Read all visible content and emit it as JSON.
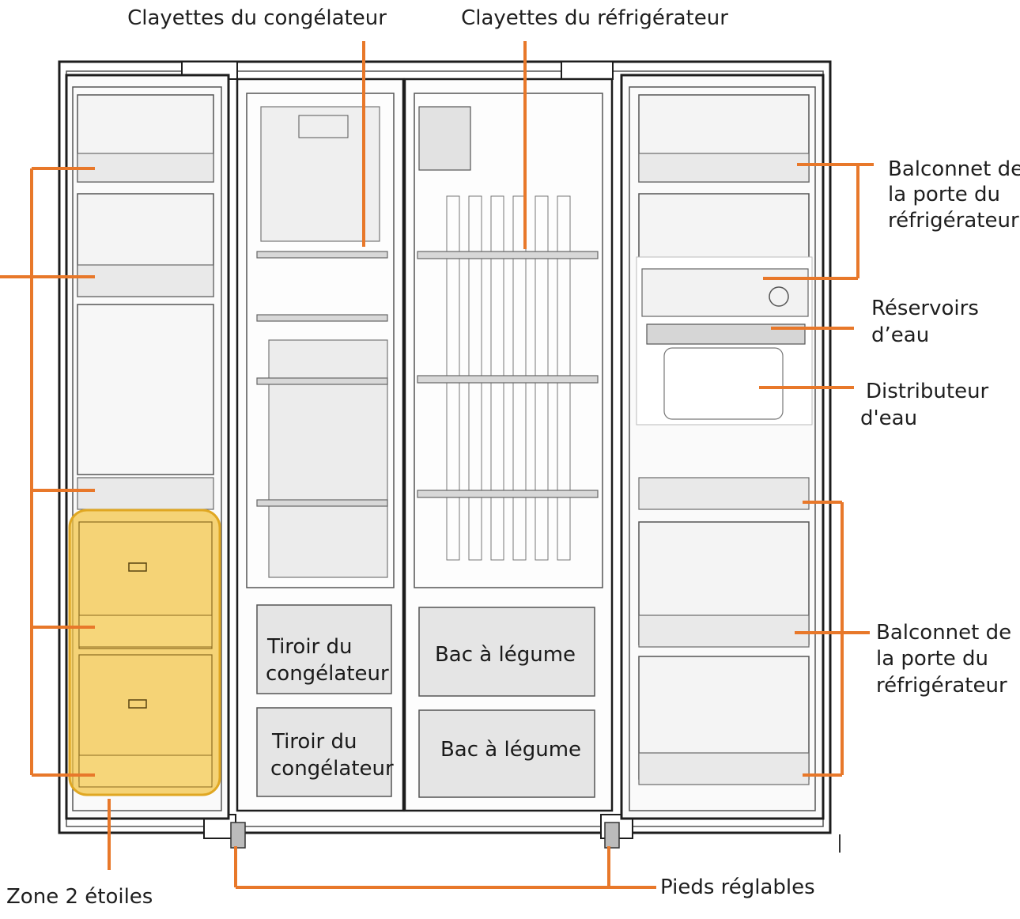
{
  "labels": {
    "freezer_shelves": "Clayettes du congélateur",
    "fridge_shelves": "Clayettes du réfrigérateur",
    "fridge_door_balcony_top": [
      "Balconnet de",
      "la porte du",
      "réfrigérateur"
    ],
    "water_tanks": [
      "Réservoirs",
      "d’eau"
    ],
    "water_dispenser": [
      "Distributeur",
      "d'eau"
    ],
    "fridge_door_balcony_bottom": [
      "Balconnet de",
      "la porte du",
      "réfrigérateur"
    ],
    "freezer_drawer_1": [
      "Tiroir du",
      "congélateur"
    ],
    "freezer_drawer_2": [
      "Tiroir du",
      "congélateur"
    ],
    "crisper_1": "Bac à légume",
    "crisper_2": "Bac à légume",
    "two_star_zone": "Zone 2 étoiles",
    "adjustable_feet": "Pieds réglables"
  },
  "colors": {
    "leader": "#e8782a",
    "two_star_highlight": "#f2c443",
    "outline": "#1d1d1d"
  }
}
